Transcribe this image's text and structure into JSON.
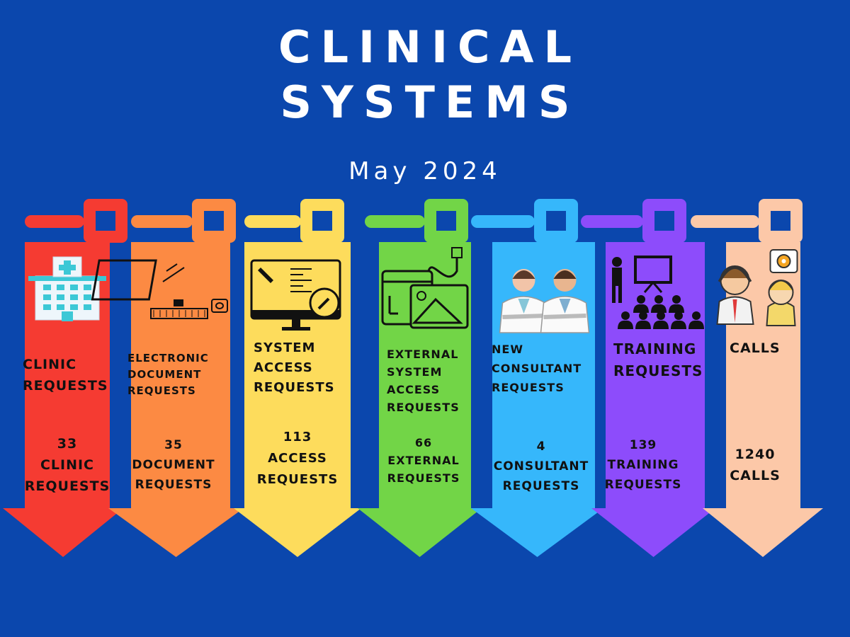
{
  "title_line1": "CLINICAL",
  "title_line2": "SYSTEMS",
  "subtitle": "May 2024",
  "background": "#0b47ad",
  "columns": [
    {
      "id": "clinic",
      "color": "#f53b32",
      "icon": "hospital-icon",
      "label": "CLINIC\nREQUESTS",
      "count": "33",
      "value_line1": "CLINIC",
      "value_line2": "REQUESTS"
    },
    {
      "id": "document",
      "color": "#fc8a43",
      "icon": "computer-workstation-icon",
      "label": "ELECTRONIC\nDOCUMENT\nREQUESTS",
      "count": "35",
      "value_line1": "DOCUMENT",
      "value_line2": "REQUESTS"
    },
    {
      "id": "access",
      "color": "#fddc5c",
      "icon": "monitor-wrench-icon",
      "label": "SYSTEM\nACCESS\nREQUESTS",
      "count": "113",
      "value_line1": "ACCESS",
      "value_line2": "REQUESTS"
    },
    {
      "id": "external",
      "color": "#72d547",
      "icon": "external-device-icon",
      "label": "EXTERNAL\nSYSTEM\nACCESS\nREQUESTS",
      "count": "66",
      "value_line1": "EXTERNAL",
      "value_line2": "REQUESTS"
    },
    {
      "id": "consultant",
      "color": "#36b7fb",
      "icon": "doctors-icon",
      "label": "NEW\nCONSULTANT\nREQUESTS",
      "count": "4",
      "value_line1": "CONSULTANT",
      "value_line2": "REQUESTS"
    },
    {
      "id": "training",
      "color": "#8d4cfb",
      "icon": "training-presentation-icon",
      "label": "TRAINING\nREQUESTS",
      "count": "139",
      "value_line1": "TRAINING",
      "value_line2": "REQUESTS"
    },
    {
      "id": "calls",
      "color": "#fcc8a8",
      "icon": "call-center-icon",
      "label": "CALLS",
      "count": "1240",
      "value_line1": "CALLS",
      "value_line2": ""
    }
  ]
}
